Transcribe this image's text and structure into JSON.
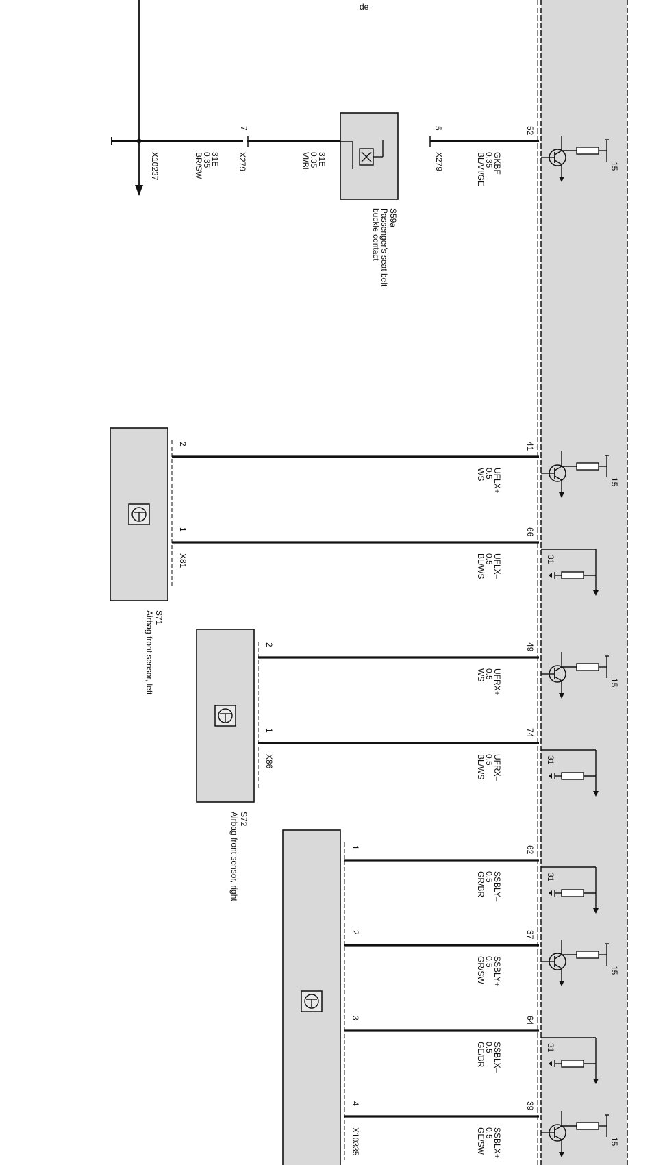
{
  "colors": {
    "module_fill": "#d9d9d9",
    "line": "#111111",
    "background": "#ffffff"
  },
  "edge_text": "de",
  "supply": {
    "plus": "15",
    "ground": "31"
  },
  "top_circuit": {
    "module_pin": "52",
    "wire_module_side": [
      "GKBF",
      "0.35",
      "BL/VI/GE"
    ],
    "connector_a": {
      "name": "X279",
      "pin": "5"
    },
    "component": {
      "code": "S59a",
      "caption": [
        "Passenger's seat belt",
        "buckle contact"
      ],
      "icon": "switch-x-icon"
    },
    "connector_b": {
      "name": "X279",
      "pin": "7"
    },
    "wire_mid": [
      "31E",
      "0.35",
      "VI/BL"
    ],
    "wire_end": [
      "31E",
      "0.35",
      "BR/SW"
    ],
    "ground_connector": "X10237"
  },
  "sensors": [
    {
      "code": "S71",
      "caption": "Airbag front sensor, left",
      "connector": "X81",
      "icon": "sensor-icon",
      "pins": [
        {
          "module_pin": "41",
          "sensor_pin": "2",
          "wire": [
            "UFLX+",
            "0.5",
            "WS"
          ],
          "type": "plus"
        },
        {
          "module_pin": "66",
          "sensor_pin": "1",
          "wire": [
            "UFLX–",
            "0.5",
            "BL/WS"
          ],
          "type": "ground"
        }
      ]
    },
    {
      "code": "S72",
      "caption": "Airbag front sensor, right",
      "connector": "X86",
      "icon": "sensor-icon",
      "pins": [
        {
          "module_pin": "49",
          "sensor_pin": "2",
          "wire": [
            "UFRX+",
            "0.5",
            "WS"
          ],
          "type": "plus"
        },
        {
          "module_pin": "74",
          "sensor_pin": "1",
          "wire": [
            "UFRX–",
            "0.5",
            "BL/WS"
          ],
          "type": "ground"
        }
      ]
    },
    {
      "code": "",
      "caption": "",
      "connector": "X10335",
      "icon": "sensor-icon",
      "pins": [
        {
          "module_pin": "62",
          "sensor_pin": "1",
          "wire": [
            "SSBLY–",
            "0.5",
            "GR/BR"
          ],
          "type": "ground"
        },
        {
          "module_pin": "37",
          "sensor_pin": "2",
          "wire": [
            "SSBLY+",
            "0.5",
            "GR/SW"
          ],
          "type": "plus"
        },
        {
          "module_pin": "64",
          "sensor_pin": "3",
          "wire": [
            "SSBLX–",
            "0.5",
            "GE/BR"
          ],
          "type": "ground"
        },
        {
          "module_pin": "39",
          "sensor_pin": "4",
          "wire": [
            "SSBLX+",
            "0.5",
            "GE/SW"
          ],
          "type": "plus"
        }
      ]
    }
  ]
}
